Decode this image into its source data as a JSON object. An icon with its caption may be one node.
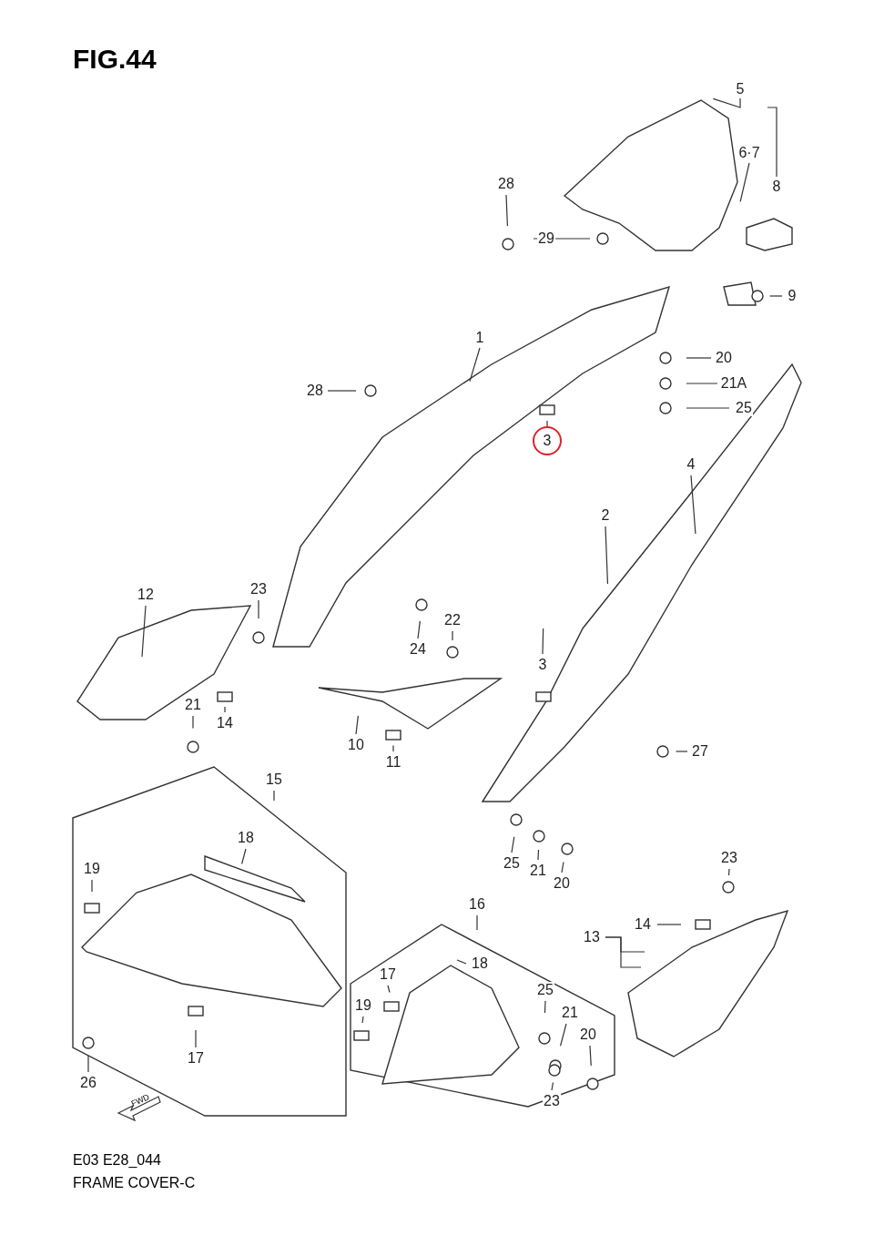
{
  "diagram": {
    "title": "FIG.44",
    "nodes": [
      {
        "text": [
          "5"
        ]
      },
      {
        "text": [
          "6·7"
        ]
      },
      {
        "text": [
          "8"
        ]
      },
      {
        "text": [
          "28"
        ]
      },
      {
        "text": [
          "29"
        ]
      },
      {
        "text": [
          "9"
        ]
      },
      {
        "text": [
          "1"
        ]
      },
      {
        "text": [
          "20"
        ]
      },
      {
        "text": [
          "28"
        ]
      },
      {
        "text": [
          "21A"
        ]
      },
      {
        "text": [
          "25"
        ]
      },
      {
        "text": [
          "3"
        ]
      },
      {
        "text": [
          "4"
        ]
      },
      {
        "text": [
          "2"
        ]
      },
      {
        "text": [
          "12"
        ]
      },
      {
        "text": [
          "23"
        ]
      },
      {
        "text": [
          "22"
        ]
      },
      {
        "text": [
          "24"
        ]
      },
      {
        "text": [
          "3"
        ]
      },
      {
        "text": [
          "21"
        ]
      },
      {
        "text": [
          "14"
        ]
      },
      {
        "text": [
          "10"
        ]
      },
      {
        "text": [
          "11"
        ]
      },
      {
        "text": [
          "27"
        ]
      },
      {
        "text": [
          "15"
        ]
      },
      {
        "text": [
          "18"
        ]
      },
      {
        "text": [
          "25"
        ]
      },
      {
        "text": [
          "21"
        ]
      },
      {
        "text": [
          "20"
        ]
      },
      {
        "text": [
          "23"
        ]
      },
      {
        "text": [
          "19"
        ]
      },
      {
        "text": [
          "16"
        ]
      },
      {
        "text": [
          "14"
        ]
      },
      {
        "text": [
          "13"
        ]
      },
      {
        "text": [
          "18"
        ]
      },
      {
        "text": [
          "17"
        ]
      },
      {
        "text": [
          "25"
        ]
      },
      {
        "text": [
          "21"
        ]
      },
      {
        "text": [
          "20"
        ]
      },
      {
        "text": [
          "19"
        ]
      },
      {
        "text": [
          "17"
        ]
      },
      {
        "text": [
          "23"
        ]
      },
      {
        "text": [
          "26"
        ]
      }
    ],
    "edges": [
      {
        "from": 0,
        "to": null,
        "arrow": "none"
      },
      {
        "from": 1,
        "to": null,
        "arrow": "none"
      },
      {
        "from": 2,
        "to": null,
        "arrow": "none"
      },
      {
        "from": 3,
        "to": null,
        "arrow": "none"
      },
      {
        "from": 4,
        "to": null,
        "arrow": "none"
      },
      {
        "from": 5,
        "to": null,
        "arrow": "none"
      },
      {
        "from": 6,
        "to": null,
        "arrow": "none"
      },
      {
        "from": 7,
        "to": null,
        "arrow": "none"
      },
      {
        "from": 8,
        "to": null,
        "arrow": "none"
      },
      {
        "from": 9,
        "to": null,
        "arrow": "none"
      },
      {
        "from": 10,
        "to": null,
        "arrow": "none"
      },
      {
        "from": 11,
        "to": null,
        "arrow": "none"
      },
      {
        "from": 12,
        "to": null,
        "arrow": "none"
      },
      {
        "from": 13,
        "to": null,
        "arrow": "none"
      },
      {
        "from": 14,
        "to": null,
        "arrow": "none"
      },
      {
        "from": 15,
        "to": null,
        "arrow": "none"
      },
      {
        "from": 16,
        "to": null,
        "arrow": "none"
      },
      {
        "from": 17,
        "to": null,
        "arrow": "none"
      },
      {
        "from": 18,
        "to": null,
        "arrow": "none"
      },
      {
        "from": 19,
        "to": null,
        "arrow": "none"
      },
      {
        "from": 20,
        "to": null,
        "arrow": "none"
      },
      {
        "from": 21,
        "to": null,
        "arrow": "none"
      },
      {
        "from": 22,
        "to": null,
        "arrow": "none"
      },
      {
        "from": 23,
        "to": null,
        "arrow": "none"
      },
      {
        "from": 24,
        "to": null,
        "arrow": "none"
      },
      {
        "from": 25,
        "to": null,
        "arrow": "none"
      },
      {
        "from": 26,
        "to": null,
        "arrow": "none"
      },
      {
        "from": 27,
        "to": null,
        "arrow": "none"
      },
      {
        "from": 28,
        "to": null,
        "arrow": "none"
      },
      {
        "from": 29,
        "to": null,
        "arrow": "none"
      },
      {
        "from": 30,
        "to": null,
        "arrow": "none"
      },
      {
        "from": 31,
        "to": null,
        "arrow": "none"
      },
      {
        "from": 32,
        "to": null,
        "arrow": "none"
      },
      {
        "from": 33,
        "to": null,
        "arrow": "none"
      },
      {
        "from": 33,
        "to": null,
        "arrow": "none"
      },
      {
        "from": 34,
        "to": null,
        "arrow": "none"
      },
      {
        "from": 35,
        "to": null,
        "arrow": "none"
      },
      {
        "from": 36,
        "to": null,
        "arrow": "none"
      },
      {
        "from": 37,
        "to": null,
        "arrow": "none"
      },
      {
        "from": 38,
        "to": null,
        "arrow": "none"
      },
      {
        "from": 39,
        "to": null,
        "arrow": "none"
      },
      {
        "from": 40,
        "to": null,
        "arrow": "none"
      },
      {
        "from": 41,
        "to": null,
        "arrow": "none"
      },
      {
        "from": 42,
        "to": null,
        "arrow": "none"
      }
    ],
    "labels": [
      "FWD",
      "E03 E28_044",
      "FRAME COVER-C"
    ]
  }
}
